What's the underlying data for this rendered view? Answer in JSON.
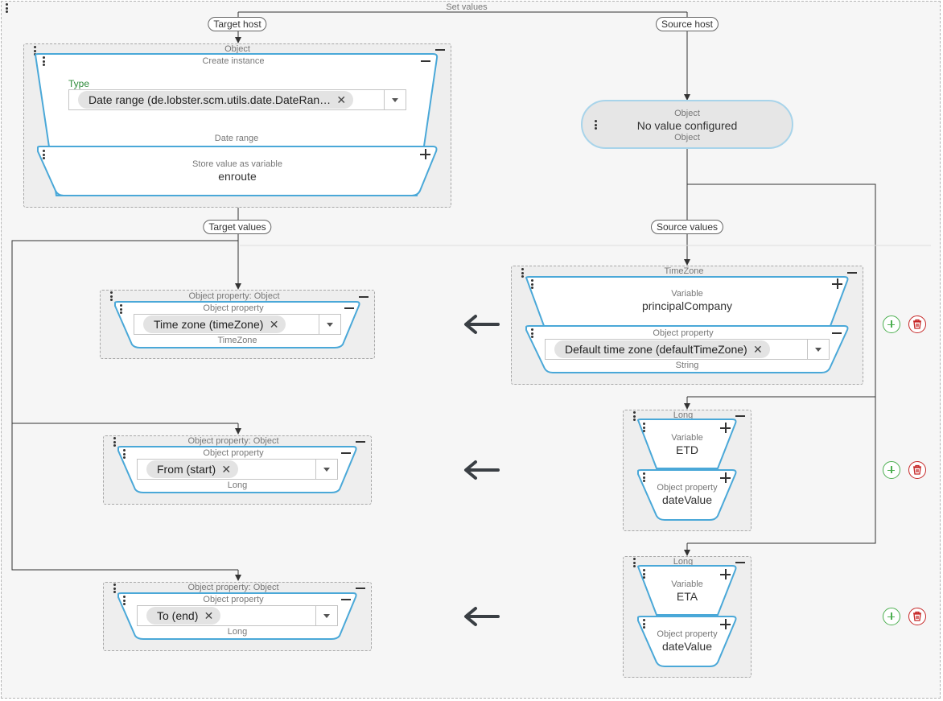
{
  "header": {
    "title": "Set values"
  },
  "labels": {
    "target_host": "Target host",
    "source_host": "Source host",
    "target_values": "Target values",
    "source_values": "Source values"
  },
  "target_object": {
    "header": "Object",
    "create_instance": "Create instance",
    "type_label": "Type",
    "type_value": "Date range (de.lobster.scm.utils.date.DateRan…",
    "date_range_label": "Date range",
    "store_label": "Store value as variable",
    "store_value": "enroute"
  },
  "source_object": {
    "top": "Object",
    "main": "No value configured",
    "bottom": "Object"
  },
  "rows": [
    {
      "target_header": "Object property: Object",
      "target_prop_label": "Object property",
      "target_value": "Time zone (timeZone)",
      "target_type": "TimeZone",
      "source_header": "TimeZone",
      "source_var_label": "Variable",
      "source_var_value": "principalCompany",
      "source_prop_label": "Object property",
      "source_prop_value": "Default time zone (defaultTimeZone)",
      "source_type": "String"
    },
    {
      "target_header": "Object property: Object",
      "target_prop_label": "Object property",
      "target_value": "From (start)",
      "target_type": "Long",
      "source_header": "Long",
      "source_var_label": "Variable",
      "source_var_value": "ETD",
      "source_prop_label": "Object property",
      "source_prop_value": "dateValue"
    },
    {
      "target_header": "Object property: Object",
      "target_prop_label": "Object property",
      "target_value": "To (end)",
      "target_type": "Long",
      "source_header": "Long",
      "source_var_label": "Variable",
      "source_var_value": "ETA",
      "source_prop_label": "Object property",
      "source_prop_value": "dateValue"
    }
  ],
  "colors": {
    "accent_blue": "#4aa8d8",
    "add_green": "#4caf50",
    "delete_red": "#c62828",
    "type_green": "#2e8b3a"
  },
  "icons": {
    "menu": "vertical-dots-icon",
    "collapse": "minus-icon",
    "expand": "plus-icon",
    "remove_chip": "close-icon",
    "dropdown": "chevron-down-icon",
    "assign": "left-arrow-icon",
    "add": "plus-circle-icon",
    "delete": "trash-icon"
  }
}
